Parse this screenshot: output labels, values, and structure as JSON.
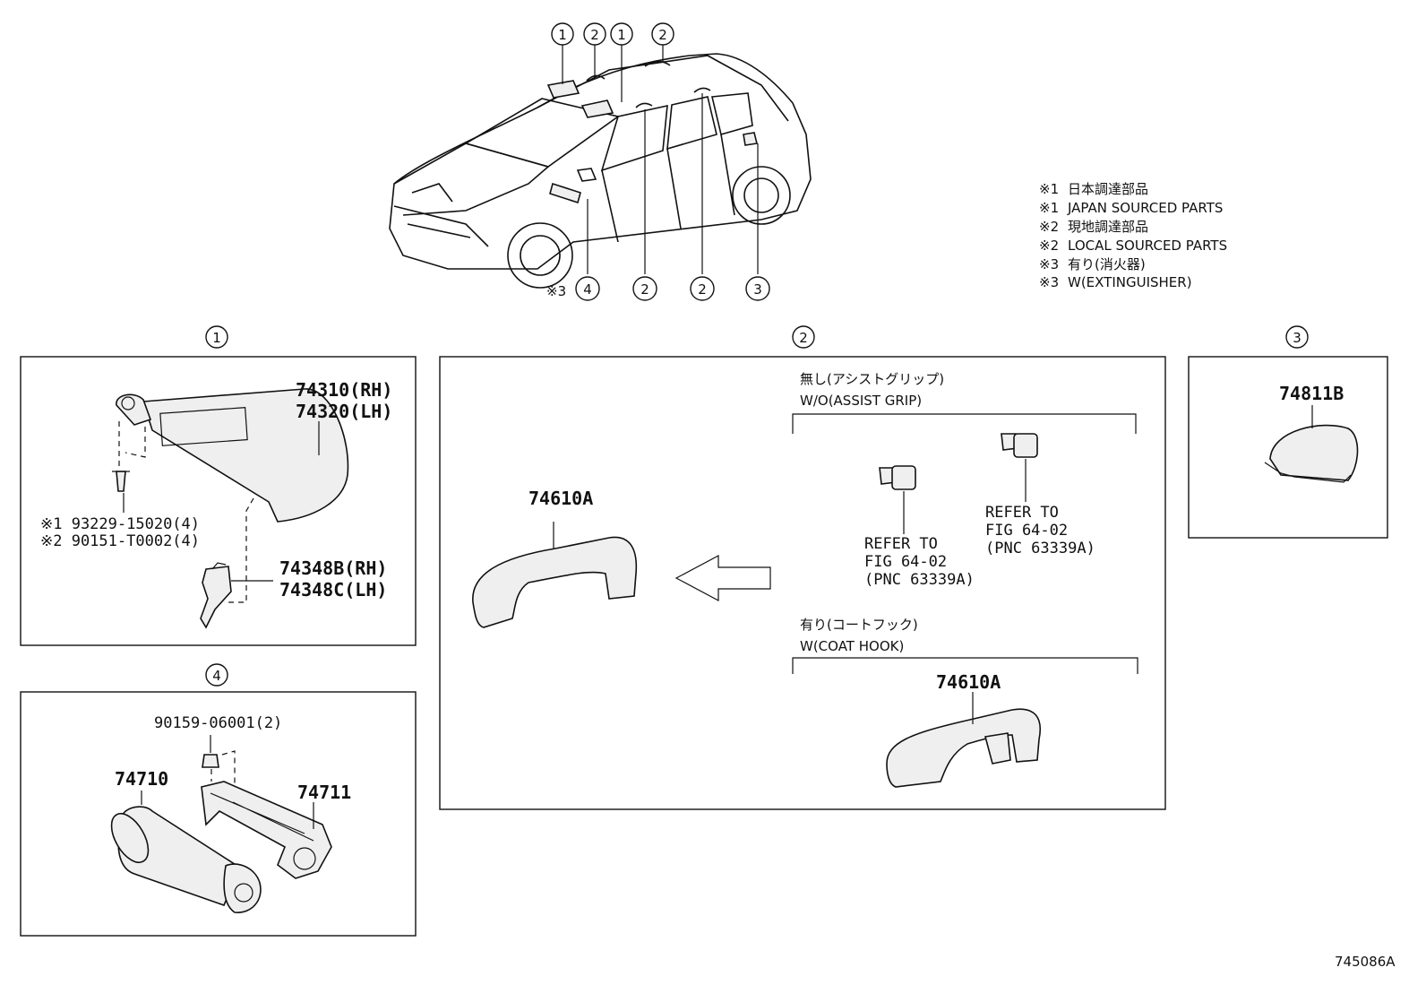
{
  "legend": [
    {
      "mark": "※1",
      "text": "日本調達部品"
    },
    {
      "mark": "※1",
      "text": "JAPAN SOURCED PARTS"
    },
    {
      "mark": "※2",
      "text": "現地調達部品"
    },
    {
      "mark": "※2",
      "text": "LOCAL SOURCED PARTS"
    },
    {
      "mark": "※3",
      "text": "有り(消火器)"
    },
    {
      "mark": "※3",
      "text": "W(EXTINGUISHER)"
    }
  ],
  "overview": {
    "top_callouts": [
      "1",
      "2",
      "1",
      "2"
    ],
    "bottom_callouts": [
      "4",
      "2",
      "2",
      "3"
    ],
    "bottom_note": "※3"
  },
  "sections": {
    "s1": {
      "callout": "1",
      "part_visor": [
        "74310(RH)",
        "74320(LH)"
      ],
      "screw_lines": [
        "※1 93229-15020(4)",
        "※2 90151-T0002(4)"
      ],
      "part_holder": [
        "74348B(RH)",
        "74348C(LH)"
      ]
    },
    "s2": {
      "callout": "2",
      "main_part": "74610A",
      "wo_label_jp": "無し(アシストグリップ)",
      "wo_label_en": "W/O(ASSIST GRIP)",
      "refer_a": [
        "REFER TO",
        "FIG 64-02",
        "(PNC 63339A)"
      ],
      "refer_b": [
        "REFER TO",
        "FIG 64-02",
        "(PNC 63339A)"
      ],
      "w_label_jp": "有り(コートフック)",
      "w_label_en": "W(COAT HOOK)",
      "hook_part": "74610A"
    },
    "s3": {
      "callout": "3",
      "part": "74811B"
    },
    "s4": {
      "callout": "4",
      "bolt": "90159-06001(2)",
      "extinguisher": "74710",
      "bracket": "74711"
    }
  },
  "figure_id": "745086A"
}
